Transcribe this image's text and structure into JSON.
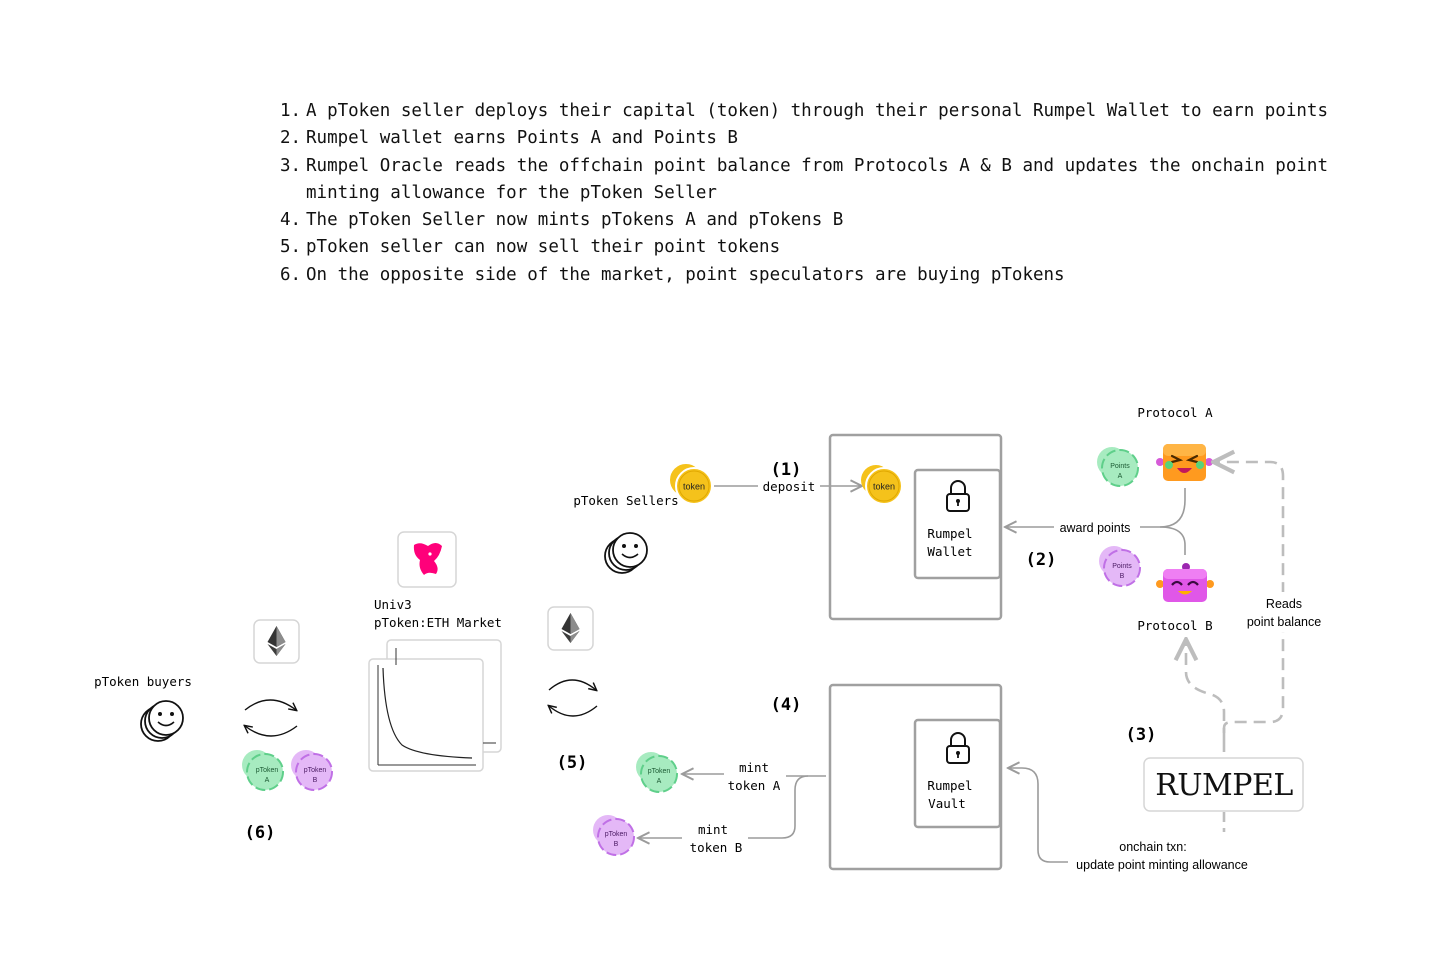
{
  "steps": [
    {
      "num": "1.",
      "text": "A pToken seller deploys their capital (token) through their personal Rumpel Wallet to earn points"
    },
    {
      "num": "2.",
      "text": "Rumpel wallet earns Points A and Points B"
    },
    {
      "num": "3.",
      "text": "Rumpel Oracle reads the offchain point balance from Protocols A & B and updates the onchain point\nminting allowance for the pToken Seller"
    },
    {
      "num": "4.",
      "text": "The pToken Seller now mints pTokens A and pTokens B"
    },
    {
      "num": "5.",
      "text": "pToken seller can now sell their point tokens"
    },
    {
      "num": "6.",
      "text": "On the opposite side of the market, point speculators are buying pTokens"
    }
  ],
  "diagram": {
    "step_labels": {
      "s1": "(1)",
      "s2": "(2)",
      "s3": "(3)",
      "s4": "(4)",
      "s5": "(5)",
      "s6": "(6)"
    },
    "ptoken_sellers": "pToken Sellers",
    "ptoken_buyers": "pToken buyers",
    "token_coin": "token",
    "deposit": "deposit",
    "wallet_line1": "Rumpel",
    "wallet_line2": "Wallet",
    "vault_line1": "Rumpel",
    "vault_line2": "Vault",
    "award_points": "award points",
    "protocol_a": "Protocol A",
    "protocol_b": "Protocol B",
    "points_a_line1": "Points",
    "points_a_line2": "A",
    "points_b_line1": "Points",
    "points_b_line2": "B",
    "reads_line1": "Reads",
    "reads_line2": "point balance",
    "rumpel_logo": "RUMPEL",
    "onchain_line1": "onchain txn:",
    "onchain_line2": "update point minting allowance",
    "mint_a_line1": "mint",
    "mint_a_line2": "token A",
    "mint_b_line1": "mint",
    "mint_b_line2": "token B",
    "ptoken_line1": "pToken",
    "ptoken_a": "A",
    "ptoken_b": "B",
    "market_line1": "Univ3",
    "market_line2": "pToken:ETH Market"
  },
  "colors": {
    "token_gold": "#f5c21b",
    "ptoken_a_green": "#a7ebc0",
    "ptoken_a_stroke": "#5fcf8a",
    "ptoken_b_purple": "#e4b8f7",
    "ptoken_b_stroke": "#c070e6",
    "uniswap_pink": "#ff007a",
    "line_gray": "#9b9b9b",
    "dashed_gray": "#bdbdbd",
    "box_gray": "#a0a0a0"
  }
}
